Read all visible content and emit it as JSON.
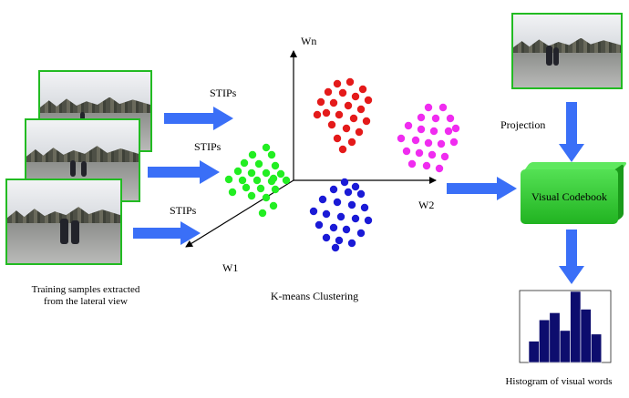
{
  "labels": {
    "axis_wn": "Wn",
    "axis_w1": "W1",
    "axis_w2": "W2",
    "stips_1": "STIPs",
    "stips_2": "STIPs",
    "stips_3": "STIPs",
    "projection": "Projection",
    "visual_codebook": "Visual Codebook",
    "training_caption_line1": "Training samples extracted",
    "training_caption_line2": "from the lateral view",
    "clustering_caption": "K-means Clustering",
    "histogram_caption": "Histogram of visual words"
  },
  "colors": {
    "arrow": "#3a6ff7",
    "photo_border": "#22bb22",
    "cluster_green": "#22ee22",
    "cluster_red": "#e41a1a",
    "cluster_magenta": "#f02cf0",
    "cluster_blue": "#1a1ad6",
    "codebook": "#33cc33",
    "histogram_bar": "#0d0d6e"
  },
  "chart_data": {
    "type": "bar",
    "values": [
      0.3,
      0.6,
      0.7,
      0.45,
      1.0,
      0.75,
      0.4
    ]
  }
}
